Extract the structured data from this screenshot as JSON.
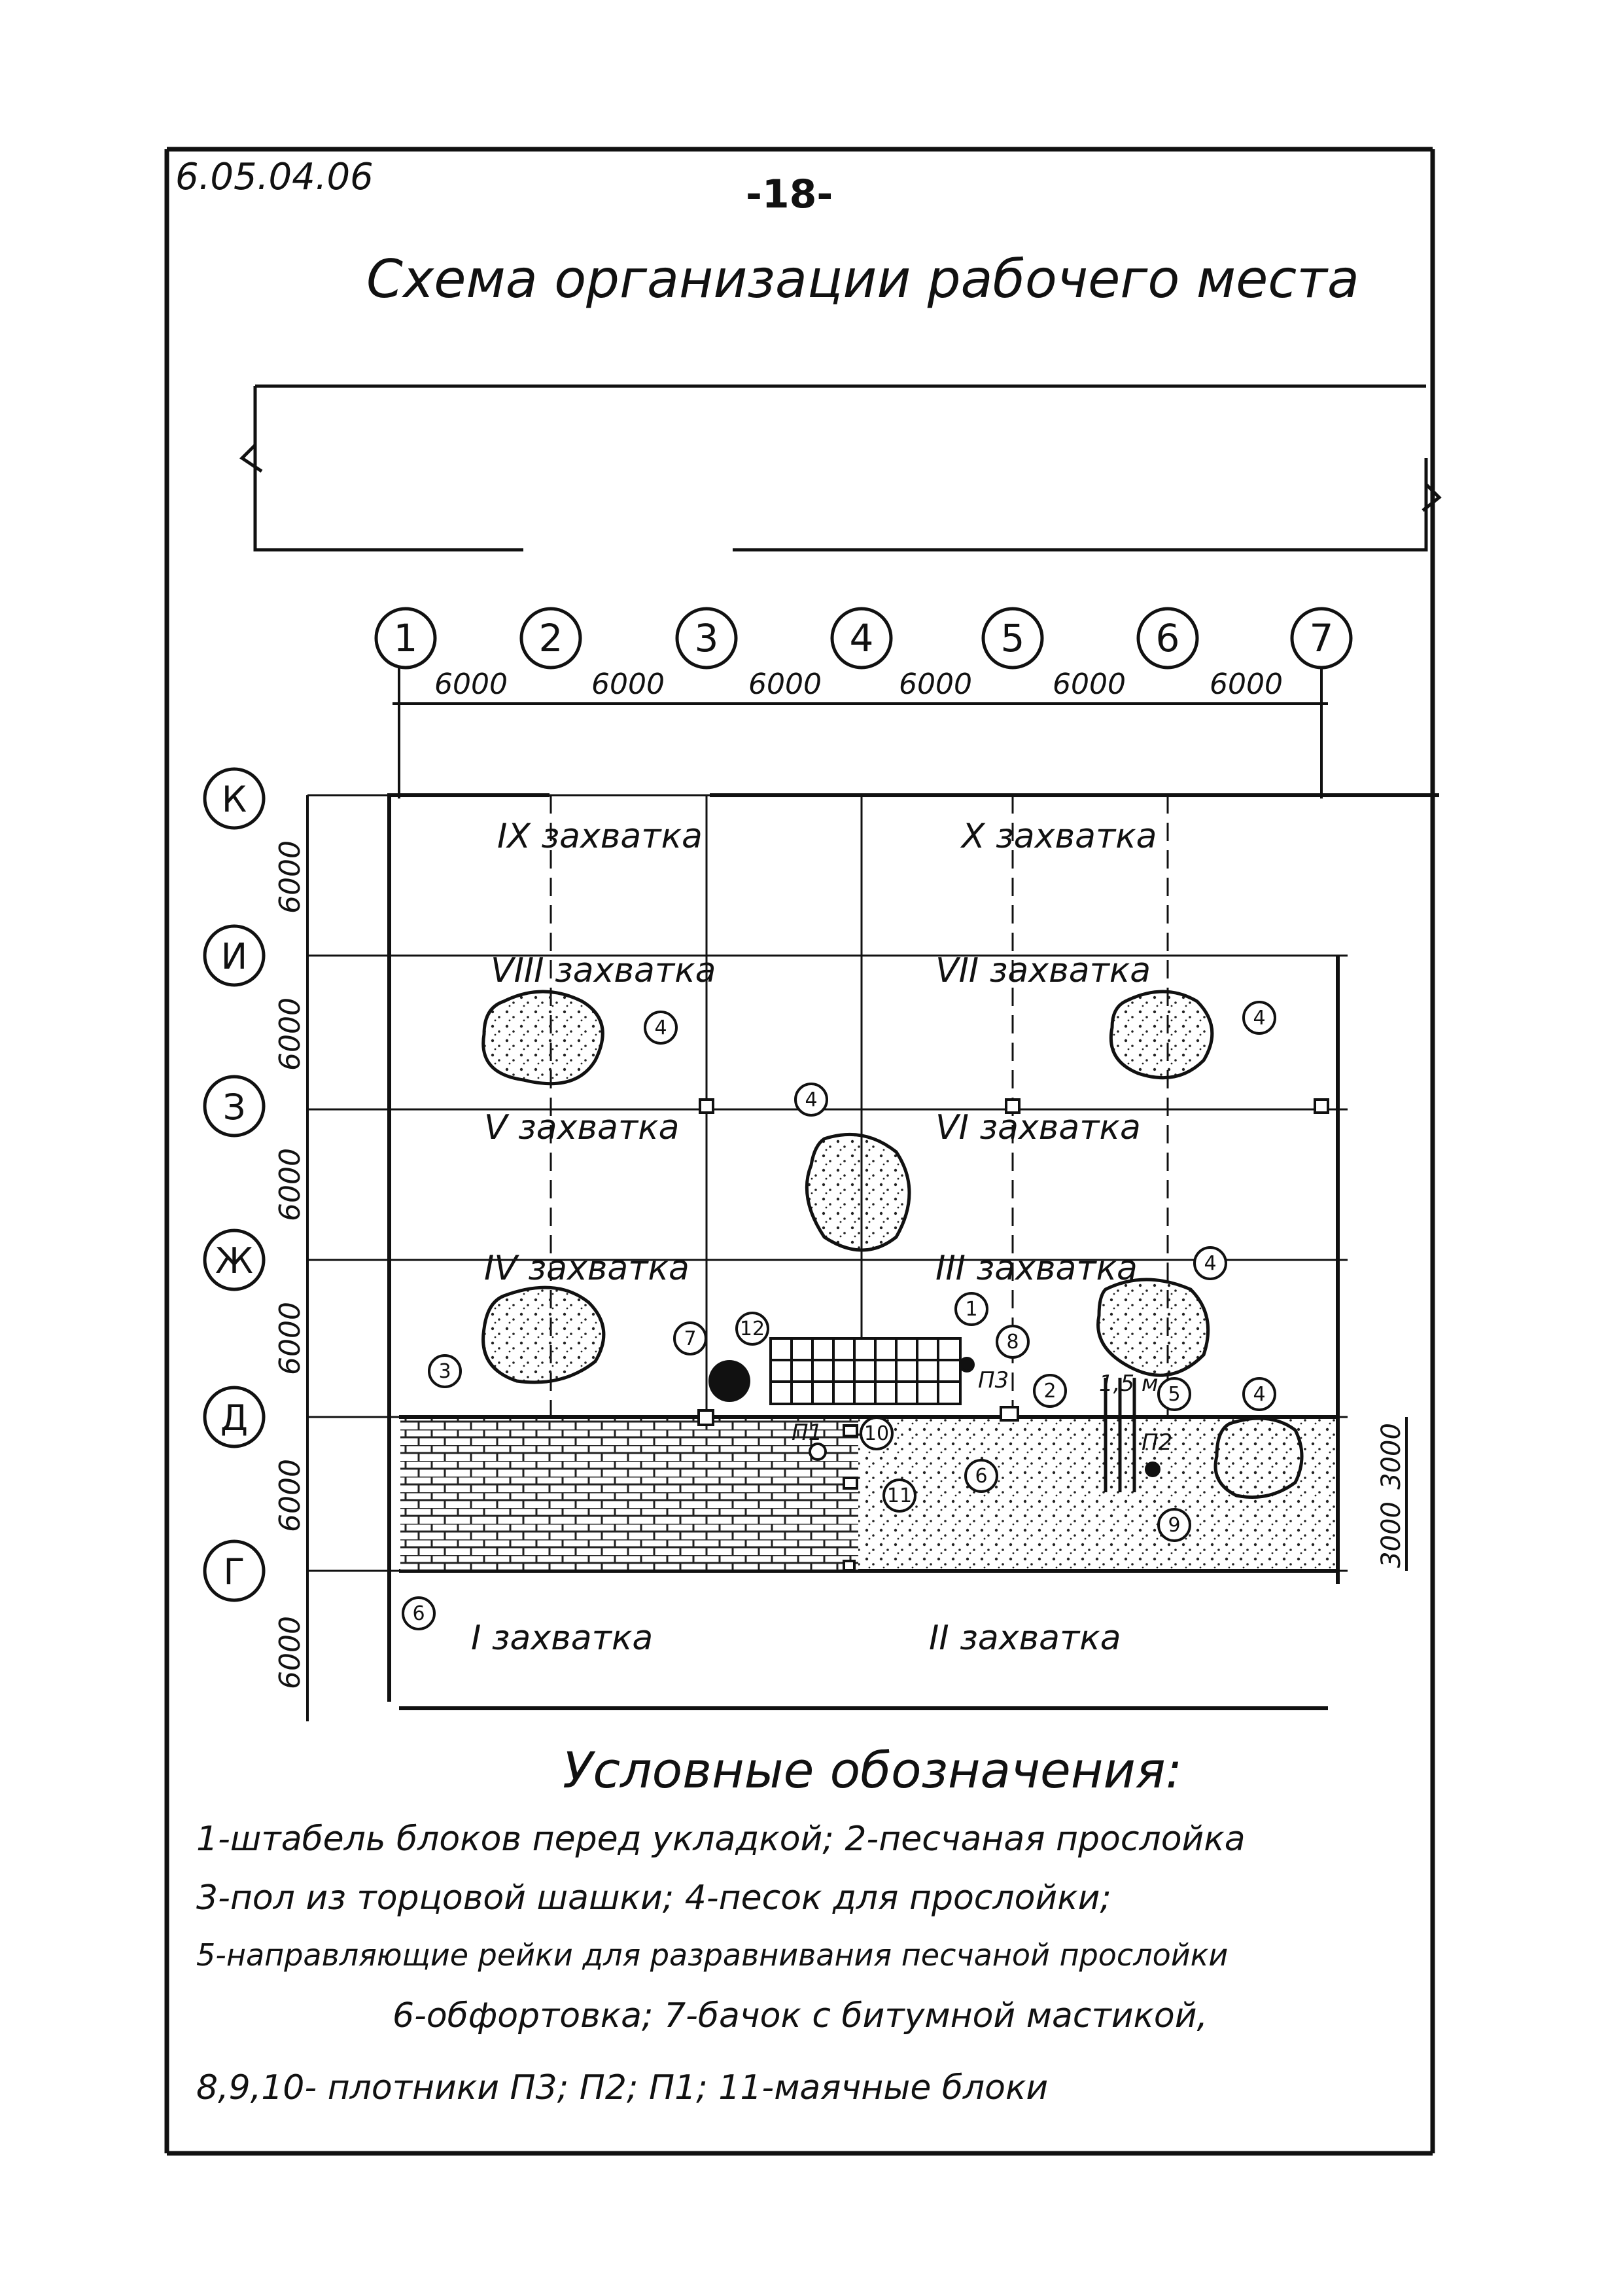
{
  "doc_code": "6.05.04.06",
  "page_number": "-18-",
  "title": "Схема организации рабочего места",
  "axes_columns": [
    "1",
    "2",
    "3",
    "4",
    "5",
    "6",
    "7"
  ],
  "axes_rows": [
    "К",
    "И",
    "З",
    "Ж",
    "Д",
    "Г"
  ],
  "dims_columns": [
    "6000",
    "6000",
    "6000",
    "6000",
    "6000",
    "6000"
  ],
  "dims_rows": [
    "6000",
    "6000",
    "6000",
    "6000",
    "6000",
    "6000"
  ],
  "dims_right": [
    "3000",
    "3000"
  ],
  "zones": {
    "z9": "IX захватка",
    "z10": "X захватка",
    "z8": "VIII захватка",
    "z7": "VII захватка",
    "z5": "V захватка",
    "z6": "VI захватка",
    "z3": "IV захватка",
    "z4": "III захватка",
    "z1": "I захватка",
    "z2": "II захватка"
  },
  "callouts": [
    "1",
    "2",
    "3",
    "4",
    "5",
    "6",
    "7",
    "8",
    "9",
    "10",
    "11",
    "12"
  ],
  "tags": {
    "p3": "П3",
    "p2": "П2",
    "p1": "П1",
    "dist": "1,5 м"
  },
  "legend": {
    "title": "Условные обозначения:",
    "line1": "1-штабель блоков перед укладкой; 2-песчаная прослойка",
    "line2": "3-пол из торцовой  шашки; 4-песок для  прослойки;",
    "line3": "5-направляющие рейки для разравнивания песчаной прослойки",
    "line4": "6-обфортовка; 7-бачок с битумной мастикой,",
    "line5": "8,9,10-  плотники  П3;  П2;  П1;  11-маячные блоки"
  }
}
